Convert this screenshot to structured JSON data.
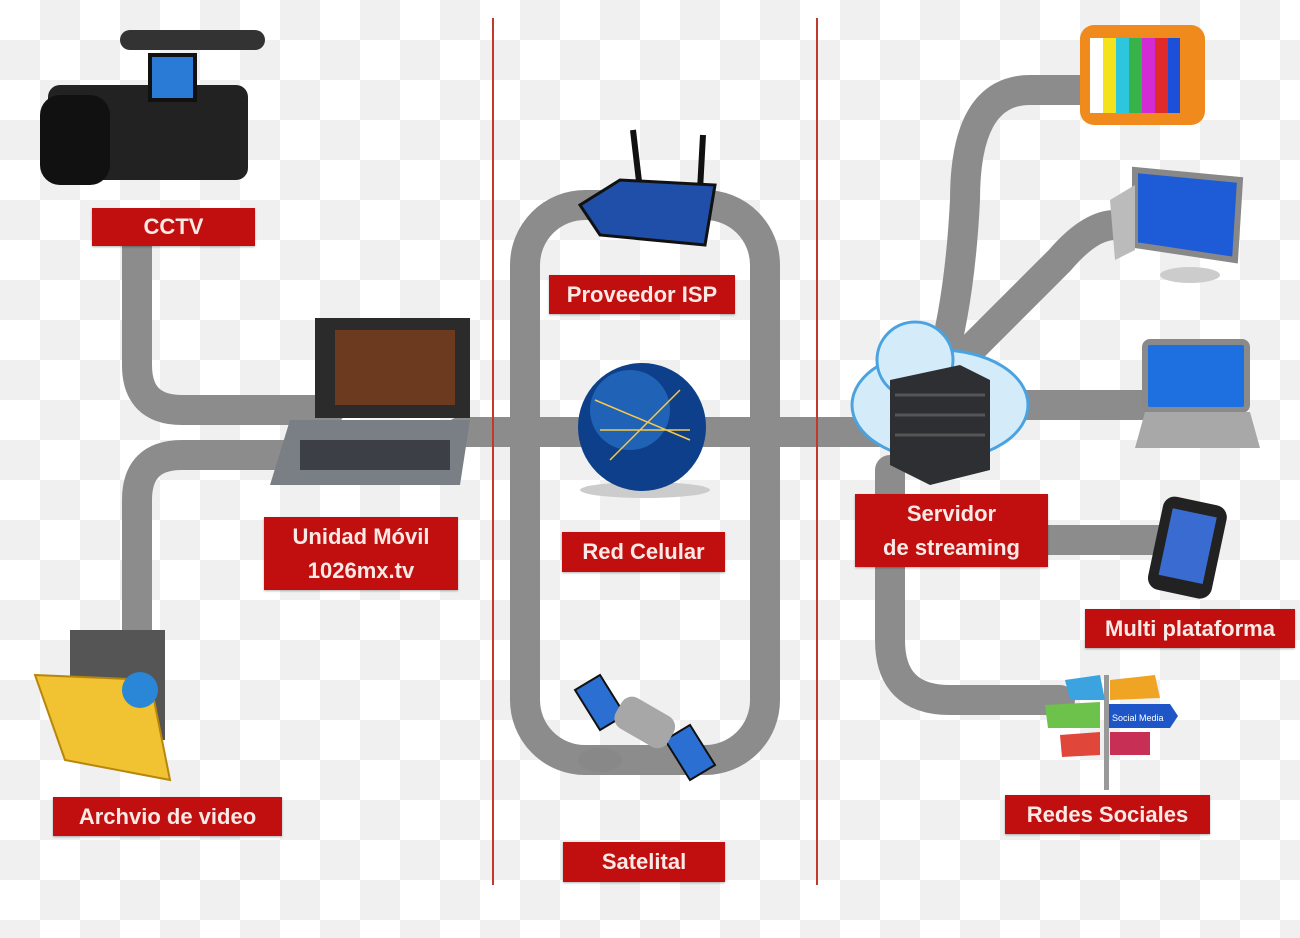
{
  "colors": {
    "label_bg": "#c10f0f",
    "label_text": "#fbe9e6",
    "road": "#8c8c8c",
    "divider": "#c0392b"
  },
  "nodes": {
    "cctv": {
      "label": "CCTV",
      "icon": "video-camera-icon"
    },
    "mobile_unit": {
      "line1": "Unidad Móvil",
      "line2": "1026mx.tv",
      "icon": "portable-production-unit-icon"
    },
    "archive": {
      "label": "Archvio de video",
      "icon": "video-folder-icon"
    },
    "isp": {
      "label": "Proveedor ISP",
      "icon": "wireless-router-icon"
    },
    "cellular": {
      "label": "Red Celular",
      "icon": "globe-network-icon"
    },
    "satellite": {
      "label": "Satelital",
      "icon": "satellite-icon"
    },
    "server": {
      "line1": "Servidor",
      "line2": "de streaming",
      "icon": "cloud-server-icon"
    },
    "multiplatform": {
      "label": "Multi plataforma",
      "icon": "smartphone-icon"
    },
    "social": {
      "label": "Redes Sociales",
      "sign_text": "Social Media",
      "icon": "social-media-signpost-icon"
    }
  }
}
